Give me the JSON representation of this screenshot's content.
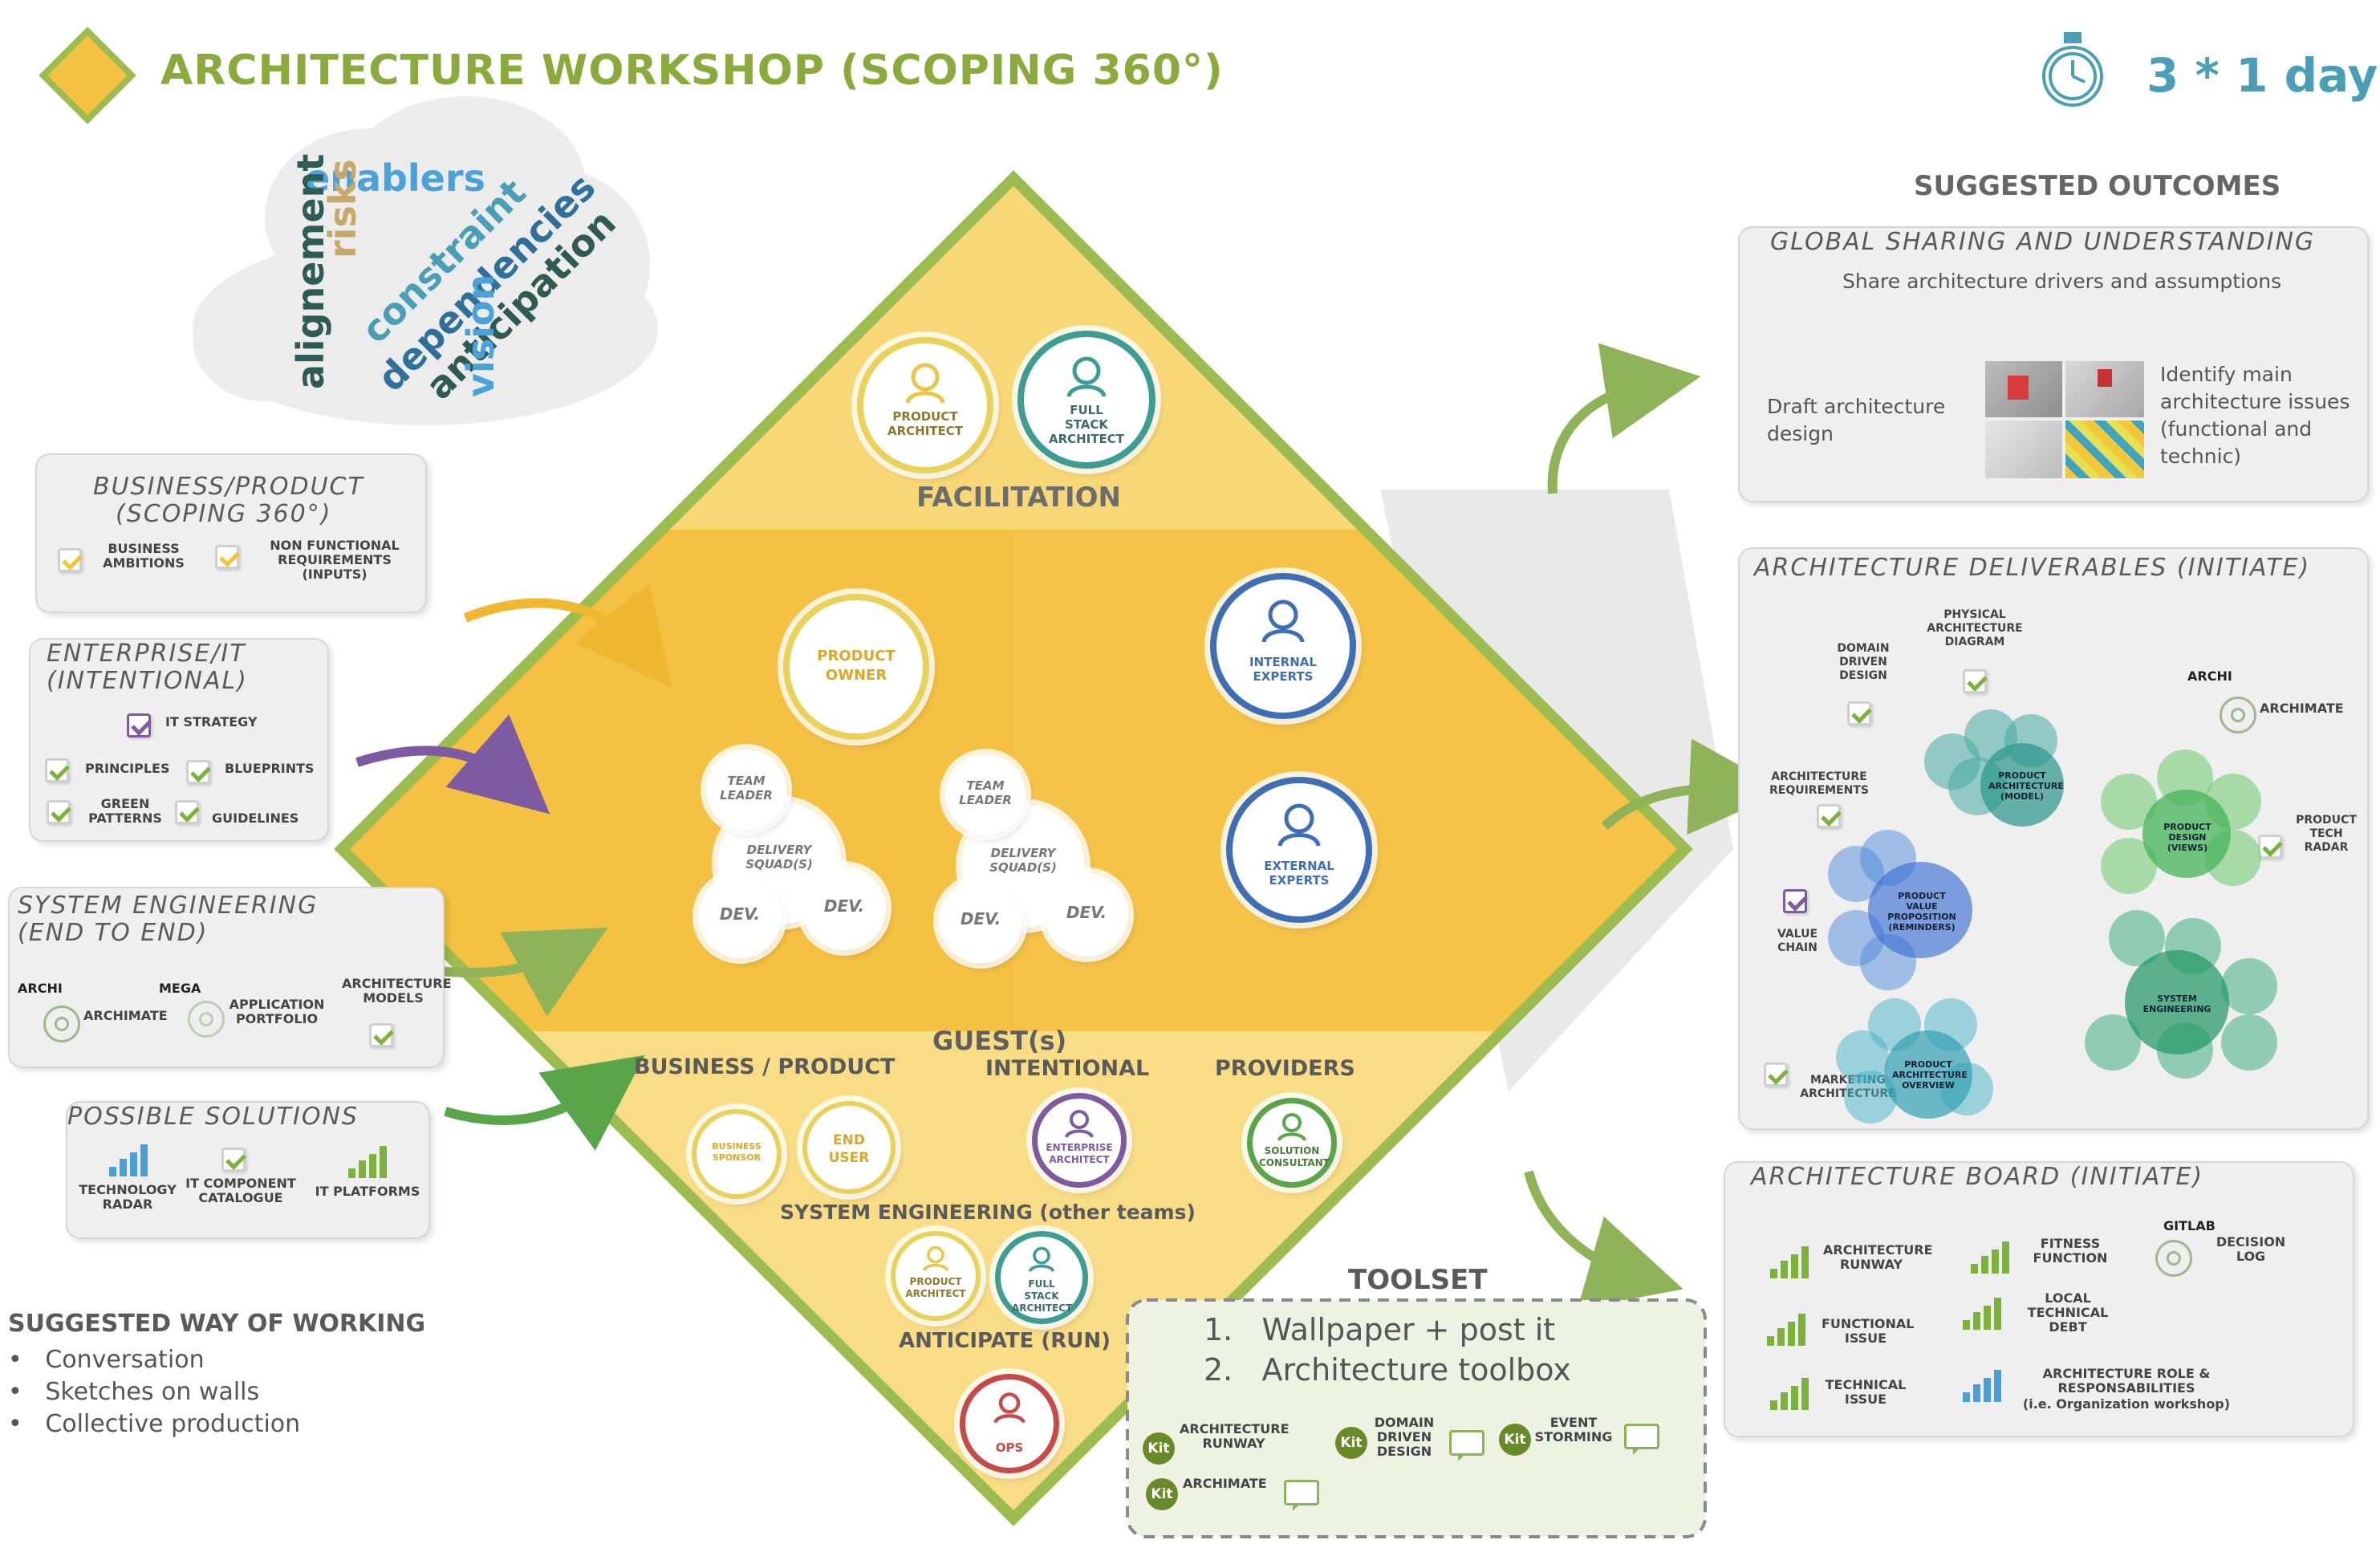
{
  "header": {
    "title": "ARCHITECTURE WORKSHOP (SCOPING 360°)",
    "duration": "3 * 1 day",
    "title_color": "#8aab3c",
    "duration_color": "#4a9fb6"
  },
  "word_cloud": {
    "words": [
      "enablers",
      "risks",
      "alignement",
      "constraint",
      "dependencies",
      "anticipation",
      "vision"
    ]
  },
  "inputs": {
    "business_product": {
      "title_line1": "BUSINESS/PRODUCT",
      "title_line2": "(SCOPING 360°)",
      "item1": "BUSINESS AMBITIONS",
      "item2": "NON FUNCTIONAL REQUIREMENTS (INPUTS)"
    },
    "enterprise_it": {
      "title_line1": "ENTERPRISE/IT",
      "title_line2": "(INTENTIONAL)",
      "items": [
        "IT STRATEGY",
        "PRINCIPLES",
        "BLUEPRINTS",
        "GREEN PATTERNS",
        "GUIDELINES"
      ]
    },
    "system_engineering": {
      "title_line1": "SYSTEM ENGINEERING",
      "title_line2": "(END TO END)",
      "archi": "ARCHI",
      "mega": "MEGA",
      "archimate": "ARCHIMATE",
      "portfolio": "APPLICATION PORTFOLIO",
      "models": "ARCHITECTURE MODELS"
    },
    "possible_solutions": {
      "title": "POSSIBLE SOLUTIONS",
      "items": [
        "TECHNOLOGY RADAR",
        "IT COMPONENT CATALOGUE",
        "IT PLATFORMS"
      ]
    }
  },
  "way_of_working": {
    "title": "SUGGESTED WAY OF WORKING",
    "items": [
      "Conversation",
      "Sketches on walls",
      "Collective production"
    ]
  },
  "diamond": {
    "facilitation": "FACILITATION",
    "product_architect": "PRODUCT ARCHITECT",
    "full_stack_architect": "FULL STACK ARCHITECT",
    "product_owner": "PRODUCT OWNER",
    "internal_experts": "INTERNAL EXPERTS",
    "external_experts": "EXTERNAL EXPERTS",
    "team_leader": "TEAM LEADER",
    "delivery_squad": "DELIVERY SQUAD(S)",
    "dev": "DEV.",
    "guests": "GUEST(s)",
    "business_product": "BUSINESS / PRODUCT",
    "intentional": "INTENTIONAL",
    "providers": "PROVIDERS",
    "business_sponsor": "BUSINESS SPONSOR",
    "end_user": "END USER",
    "enterprise_architect": "ENTERPRISE ARCHITECT",
    "solution_consultant": "SOLUTION CONSULTANT",
    "system_engineering": "SYSTEM ENGINEERING (other teams)",
    "anticipate": "ANTICIPATE (RUN)",
    "ops": "OPS"
  },
  "toolset": {
    "title": "TOOLSET",
    "list": [
      "Wallpaper + post it",
      "Architecture toolbox"
    ],
    "kit_label": "Kit",
    "tools": [
      "ARCHITECTURE RUNWAY",
      "DOMAIN DRIVEN DESIGN",
      "EVENT STORMING",
      "ARCHIMATE"
    ]
  },
  "outcomes": {
    "title": "SUGGESTED OUTCOMES",
    "global": {
      "title": "GLOBAL SHARING AND UNDERSTANDING",
      "drivers": "Share architecture drivers and assumptions",
      "draft": "Draft architecture design",
      "identify": "Identify main architecture issues (functional and technic)"
    },
    "deliverables": {
      "title": "ARCHITECTURE DELIVERABLES (INITIATE)",
      "domain_driven": "DOMAIN DRIVEN DESIGN",
      "physical": "PHYSICAL ARCHITECTURE DIAGRAM",
      "archi": "ARCHI",
      "archimate": "ARCHIMATE",
      "requirements": "ARCHITECTURE REQUIREMENTS",
      "tech_radar": "PRODUCT TECH RADAR",
      "value_chain": "VALUE CHAIN",
      "marketing": "MARKETING ARCHITECTURE",
      "bubble_product_architecture": "PRODUCT ARCHITECTURE (MODEL)",
      "bubble_product_design": "PRODUCT DESIGN (VIEWS)",
      "bubble_value_prop": "PRODUCT VALUE PROPOSITION (REMINDERS)",
      "bubble_system_eng": "SYSTEM ENGINEERING",
      "bubble_overview": "PRODUCT ARCHITECTURE OVERVIEW"
    },
    "board": {
      "title": "ARCHITECTURE BOARD (INITIATE)",
      "items": [
        "ARCHITECTURE RUNWAY",
        "FITNESS FUNCTION",
        "FUNCTIONAL ISSUE",
        "LOCAL TECHNICAL DEBT",
        "TECHNICAL ISSUE",
        "ARCHITECTURE ROLE & RESPONSABILITIES",
        "(i.e. Organization workshop)"
      ],
      "gitlab": "GITLAB",
      "decision_log": "DECISION LOG"
    }
  }
}
